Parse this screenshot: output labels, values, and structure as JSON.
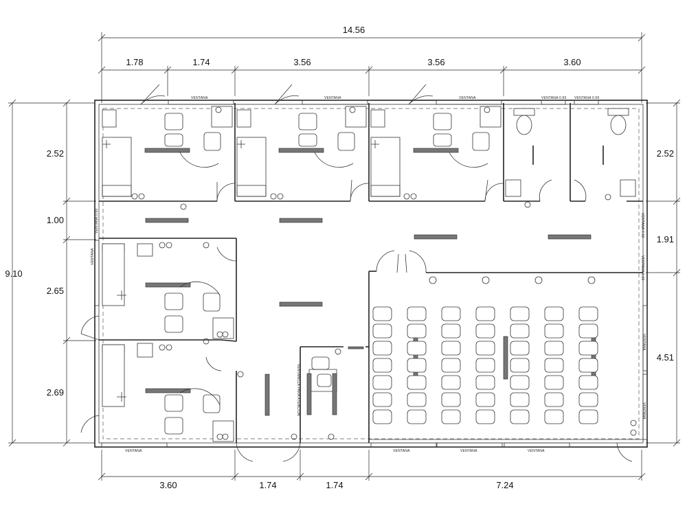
{
  "dimensions": {
    "overall_width": "14.56",
    "overall_height": "9.10",
    "top": [
      "1.78",
      "1.74",
      "3.56",
      "3.56",
      "3.60"
    ],
    "bottom": [
      "3.60",
      "1.74",
      "1.74",
      "7.24"
    ],
    "left": [
      "2.52",
      "1.00",
      "2.65",
      "2.69"
    ],
    "right": [
      "2.52",
      "1.91",
      "4.51"
    ]
  },
  "labels": {
    "ventana": "VENTANA",
    "ventana_small": "VENTANA 0.60",
    "ventanilla": "VENTANILLA PARA ATENCION"
  }
}
